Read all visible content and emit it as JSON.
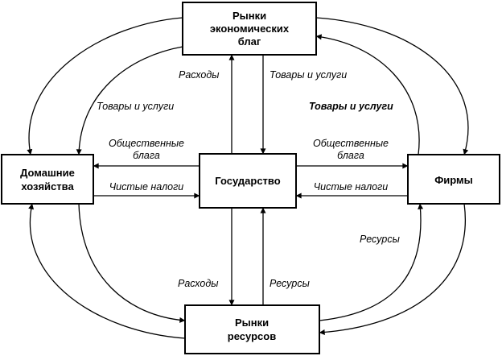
{
  "nodes": {
    "goods_market": [
      "Рынки",
      "экономических",
      "благ"
    ],
    "households": [
      "Домашние",
      "хозяйства"
    ],
    "state": [
      "Государство"
    ],
    "firms": [
      "Фирмы"
    ],
    "resource_market": [
      "Рынки",
      "ресурсов"
    ]
  },
  "labels": {
    "expenses_top": "Расходы",
    "goods_services_top": "Товары и услуги",
    "goods_services_left": "Товары и услуги",
    "goods_services_right": "Товары и услуги",
    "public_goods_left": [
      "Общественные",
      "блага"
    ],
    "public_goods_right": [
      "Общественные",
      "блага"
    ],
    "net_taxes_left": "Чистые налоги",
    "net_taxes_right": "Чистые налоги",
    "resources_right": "Ресурсы",
    "expenses_bottom": "Расходы",
    "resources_bottom": "Ресурсы"
  }
}
